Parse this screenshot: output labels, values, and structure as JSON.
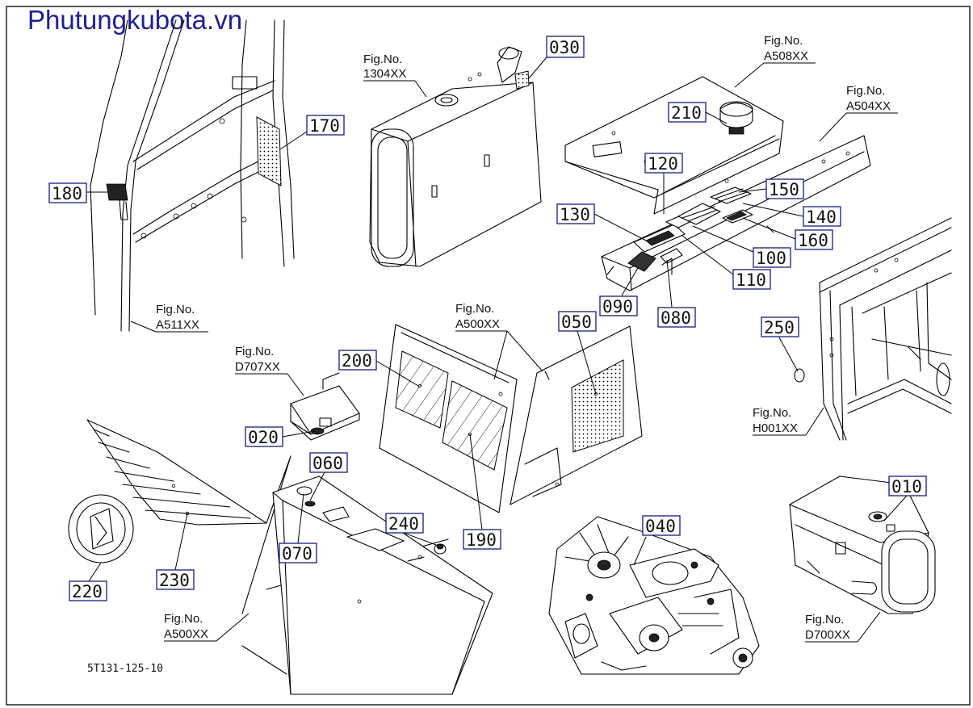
{
  "watermark": "Phutungkubota.vn",
  "drawing_code": "5T131-125-10",
  "fig_refs": [
    {
      "line1": "Fig.No.",
      "line2": "1304XX"
    },
    {
      "line1": "Fig.No.",
      "line2": "A508XX"
    },
    {
      "line1": "Fig.No.",
      "line2": "A504XX"
    },
    {
      "line1": "Fig.No.",
      "line2": "A511XX"
    },
    {
      "line1": "Fig.No.",
      "line2": "D707XX"
    },
    {
      "line1": "Fig.No.",
      "line2": "A500XX"
    },
    {
      "line1": "Fig.No.",
      "line2": "H001XX"
    },
    {
      "line1": "Fig.No.",
      "line2": "D700XX"
    },
    {
      "line1": "Fig.No.",
      "line2": "A500XX"
    }
  ],
  "callouts": [
    "030",
    "170",
    "180",
    "210",
    "120",
    "150",
    "130",
    "140",
    "160",
    "100",
    "110",
    "090",
    "080",
    "250",
    "200",
    "050",
    "020",
    "060",
    "240",
    "040",
    "010",
    "070",
    "190",
    "220",
    "230"
  ]
}
